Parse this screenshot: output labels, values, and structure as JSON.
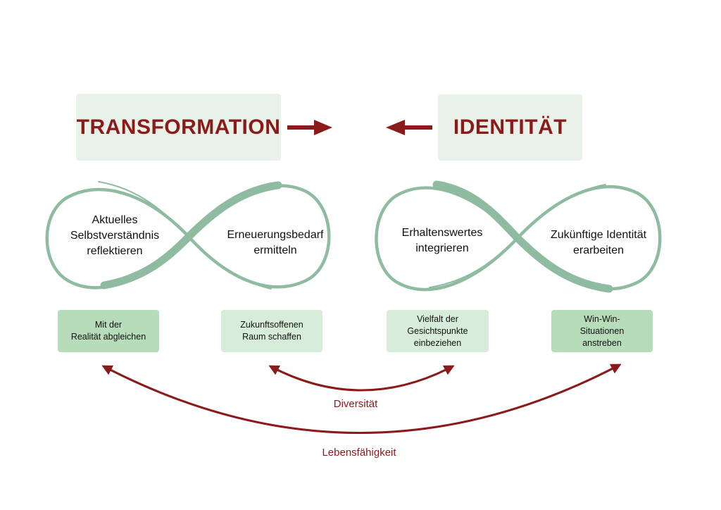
{
  "titles": {
    "transformation": "TRANSFORMATION",
    "identitaet": "IDENTITÄT"
  },
  "loops": [
    {
      "left_label": "Aktuelles\nSelbstverständnis\nreflektieren",
      "right_label": "Erneuerungsbedarf\nermitteln"
    },
    {
      "left_label": "Erhaltenswertes\nintegrieren",
      "right_label": "Zukünftige Identität\nerarbeiten"
    }
  ],
  "boxes": [
    {
      "text": "Mit der\nRealität abgleichen"
    },
    {
      "text": "Zukunftsoffenen\nRaum schaffen"
    },
    {
      "text": "Vielfalt der\nGesichtspunkte\neinbeziehen"
    },
    {
      "text": "Win-Win-\nSituationen\nanstreben"
    }
  ],
  "arcs": {
    "inner_label": "Diversität",
    "outer_label": "Lebensfähigkeit"
  },
  "colors": {
    "accent_red": "#8b1a1a",
    "loop_green": "#8fbba0",
    "title_box_bg": "#e8f2e8",
    "box_dark": "#b6dcba",
    "box_light": "#d7ecd9"
  }
}
